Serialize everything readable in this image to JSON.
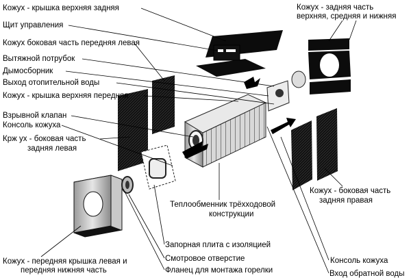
{
  "labels": {
    "top_rear_cover": "Кожух - крышка верхняя задняя",
    "control_panel": "Щит управления",
    "side_front_left": "Кожух боковая часть передняя левая",
    "flue_pipe": "Вытяжной потрубок",
    "smoke_collector": "Дымосборник",
    "heating_water_outlet": "Выход отопительной воды",
    "top_front_cover": "Кожух - крышка верхняя передняя",
    "explosion_valve": "Взрывной клапан",
    "casing_console_left": "Консоль кожуха",
    "side_rear_left_line1": "Крж ух - боковая часть",
    "side_rear_left_line2": "задняя левая",
    "rear_panels_line1": "Кожух - задняя часть",
    "rear_panels_line2": "верхняя, средняя и нижняя",
    "heat_exchanger_line1": "Теплообменник трёхходовой",
    "heat_exchanger_line2": "конструкции",
    "side_rear_right_line1": "Кожух - боковая часть",
    "side_rear_right_line2": "задняя правая",
    "shutoff_plate": "Запорная плита с изоляцией",
    "viewport": "Смотровое отверстие",
    "burner_flange": "Фланец для монтажа горелки",
    "front_cover_line1": "Кожух - передняя крышка левая и",
    "front_cover_line2": "передняя нижняя часть",
    "casing_console_right": "Консоль кожуха",
    "return_water_inlet": "Вход обратной воды"
  }
}
